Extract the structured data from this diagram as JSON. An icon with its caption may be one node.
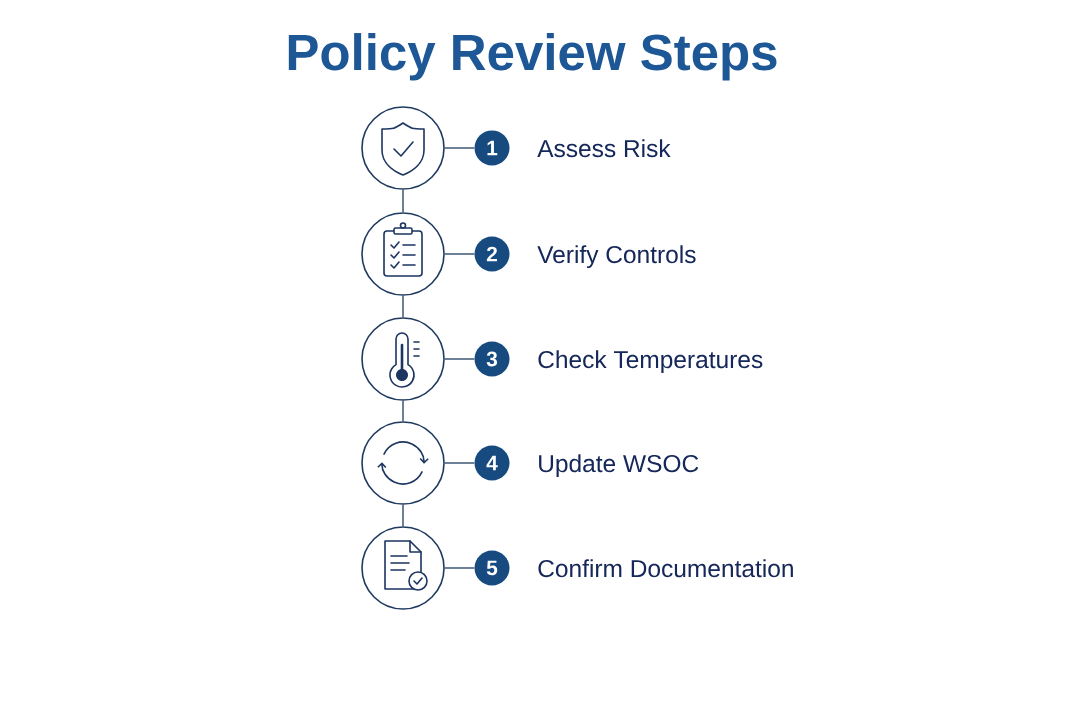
{
  "diagram": {
    "title": "Policy Review Steps",
    "nodes": [
      {
        "text": [],
        "shape": "circle"
      },
      {
        "text": [
          "1"
        ],
        "beside": [
          "Assess Risk"
        ]
      },
      {
        "text": [],
        "shape": "circle"
      },
      {
        "text": [
          "2"
        ],
        "beside": [
          "Verify Controls"
        ]
      },
      {
        "text": [],
        "shape": "circle"
      },
      {
        "text": [
          "3"
        ],
        "beside": [
          "Check Temperatures"
        ]
      },
      {
        "text": [],
        "shape": "circle"
      },
      {
        "text": [
          "4"
        ],
        "beside": [
          "Update WSOC"
        ]
      },
      {
        "text": [],
        "shape": "circle"
      },
      {
        "text": [
          "5"
        ],
        "beside": [
          "Confirm Documentation"
        ]
      }
    ],
    "edges": [
      {
        "from": 0,
        "to": 1,
        "arrow": "none"
      },
      {
        "from": 0,
        "to": 2,
        "arrow": "none"
      },
      {
        "from": 2,
        "to": 3,
        "arrow": "none"
      },
      {
        "from": 2,
        "to": 4,
        "arrow": "none"
      },
      {
        "from": 4,
        "to": 5,
        "arrow": "none"
      },
      {
        "from": 4,
        "to": 6,
        "arrow": "none"
      },
      {
        "from": 6,
        "to": 7,
        "arrow": "none"
      },
      {
        "from": 6,
        "to": 8,
        "arrow": "none"
      },
      {
        "from": 8,
        "to": 9,
        "arrow": "none"
      }
    ]
  }
}
